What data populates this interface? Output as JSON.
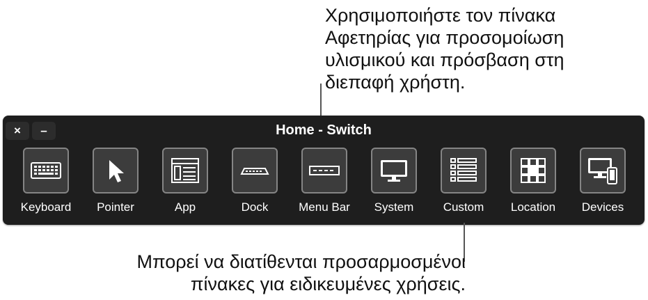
{
  "callouts": {
    "top": [
      "Χρησιμοποιήστε τον πίνακα",
      "Αφετηρίας για προσομοίωση",
      "υλισμικού και πρόσβαση στη",
      "διεπαφή χρήστη."
    ],
    "bottom": [
      "Μπορεί να διατίθενται προσαρμοσμένοι",
      "πίνακες για ειδικευμένες χρήσεις."
    ]
  },
  "panel": {
    "title": "Home - Switch",
    "close_label": "×",
    "minimize_label": "–",
    "tools": [
      {
        "label": "Keyboard",
        "icon": "keyboard-icon"
      },
      {
        "label": "Pointer",
        "icon": "pointer-arrow-icon"
      },
      {
        "label": "App",
        "icon": "app-window-icon"
      },
      {
        "label": "Dock",
        "icon": "dock-icon"
      },
      {
        "label": "Menu Bar",
        "icon": "menu-bar-icon"
      },
      {
        "label": "System",
        "icon": "monitor-icon"
      },
      {
        "label": "Custom",
        "icon": "custom-list-icon"
      },
      {
        "label": "Location",
        "icon": "location-grid-icon"
      },
      {
        "label": "Devices",
        "icon": "devices-icon"
      }
    ]
  },
  "colors": {
    "panel_background": "#1e1e1e",
    "tile_background": "#3c3c3c",
    "tile_border": "#858585",
    "text": "#ffffff"
  }
}
